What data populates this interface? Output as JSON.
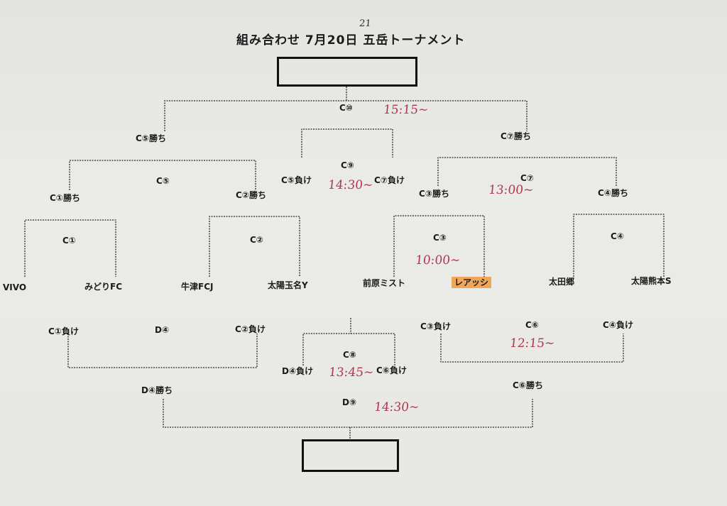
{
  "header": {
    "title": "組み合わせ 7月20日 五岳トーナメント",
    "date_correction": "21"
  },
  "final": {
    "match": "C⑩",
    "left": "C⑤勝ち",
    "right": "C⑦勝ち",
    "time": "15:15~"
  },
  "semis": {
    "c5": {
      "match": "C⑤",
      "left": "C①勝ち",
      "right": "C②勝ち"
    },
    "c7": {
      "match": "C⑦",
      "left": "C③勝ち",
      "right": "C④勝ち",
      "time": "13:00~"
    },
    "c9": {
      "match": "C⑨",
      "left": "C⑤負け",
      "right": "C⑦負け",
      "time": "14:30~"
    }
  },
  "first_round": [
    {
      "match": "C①",
      "left": "VIVO",
      "right": "みどりFC"
    },
    {
      "match": "C②",
      "left": "牛津FCJ",
      "right": "太陽玉名Y"
    },
    {
      "match": "C③",
      "left": "前原ミスト",
      "right": "レアッシ",
      "time": "10:00~"
    },
    {
      "match": "C④",
      "left": "太田郷",
      "right": "太陽熊本S"
    }
  ],
  "lower": {
    "d4": {
      "match": "D④",
      "left": "C①負け",
      "right": "C②負け"
    },
    "c6": {
      "match": "C⑥",
      "left": "C③負け",
      "right": "C④負け",
      "time": "12:15~"
    },
    "c8": {
      "match": "C⑧",
      "left": "D④負け",
      "right": "C⑥負け",
      "time": "13:45~"
    },
    "d9": {
      "match": "D⑨",
      "left": "D④勝ち",
      "right": "C⑥勝ち",
      "time": "14:30~"
    }
  },
  "colors": {
    "ink": "#1a1a1a",
    "handwriting": "#b0384f",
    "highlight": "#f0a55a"
  }
}
